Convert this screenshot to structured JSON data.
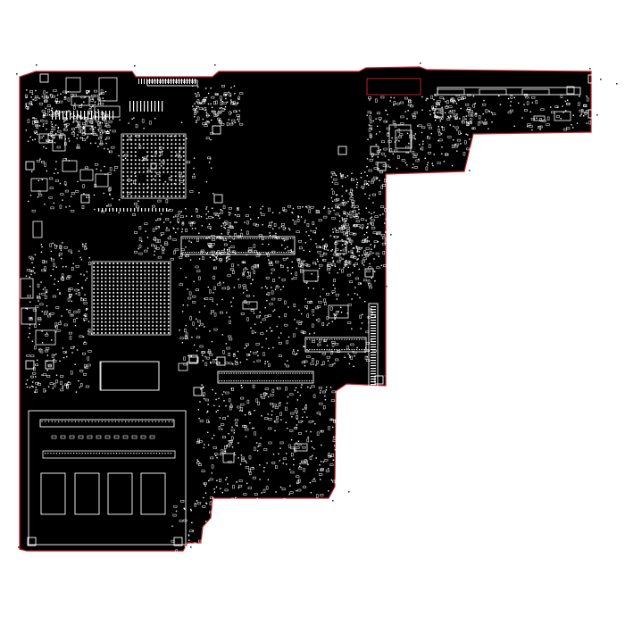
{
  "viewer": {
    "background_color": "#ffffff",
    "board_fill_color": "#000000",
    "outline_color": "#c0202a",
    "silkscreen_color": "#ffffff"
  },
  "board": {
    "bga_sockets": [
      {
        "name": "cpu-socket",
        "rows": 16,
        "cols": 16,
        "has_center_marker": true
      },
      {
        "name": "northbridge-bga",
        "rows": 20,
        "cols": 20,
        "has_center_marker": false
      }
    ],
    "connectors": [
      {
        "name": "top-center-header"
      },
      {
        "name": "top-right-connector"
      },
      {
        "name": "center-connector-upper"
      },
      {
        "name": "center-connector-lower"
      },
      {
        "name": "right-mid-connector"
      },
      {
        "name": "right-vertical-connector"
      },
      {
        "name": "memory-slot-rows"
      }
    ],
    "memory_chips": 4,
    "mounting_pads": 22
  }
}
